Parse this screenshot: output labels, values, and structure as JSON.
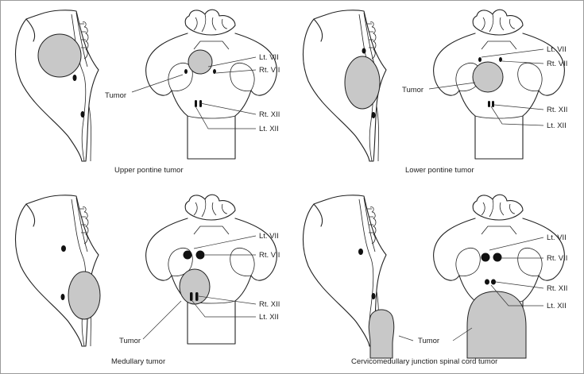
{
  "panels": [
    {
      "caption": "Upper pontine tumor",
      "labels": {
        "lt_vii": "Lt. VII",
        "rt_vii": "Rt. VII",
        "rt_xii": "Rt. XII",
        "lt_xii": "Lt. XII",
        "tumor": "Tumor"
      }
    },
    {
      "caption": "Lower pontine tumor",
      "labels": {
        "lt_vii": "Lt. VII",
        "rt_vii": "Rt. VII",
        "rt_xii": "Rt. XII",
        "lt_xii": "Lt. XII",
        "tumor": "Tumor"
      }
    },
    {
      "caption": "Medullary tumor",
      "labels": {
        "lt_vii": "Lt. VII",
        "rt_vii": "Rt. VII",
        "rt_xii": "Rt. XII",
        "lt_xii": "Lt. XII",
        "tumor": "Tumor"
      }
    },
    {
      "caption": "Cervicomedullary junction spinal cord tumor",
      "labels": {
        "lt_vii": "Lt. VII",
        "rt_vii": "Rt. VII",
        "rt_xii": "Rt. XII",
        "lt_xii": "Lt. XII",
        "tumor": "Tumor"
      }
    }
  ],
  "colors": {
    "tumor_fill": "#c8c8c8",
    "nucleus": "#111111",
    "outline": "#222222"
  }
}
